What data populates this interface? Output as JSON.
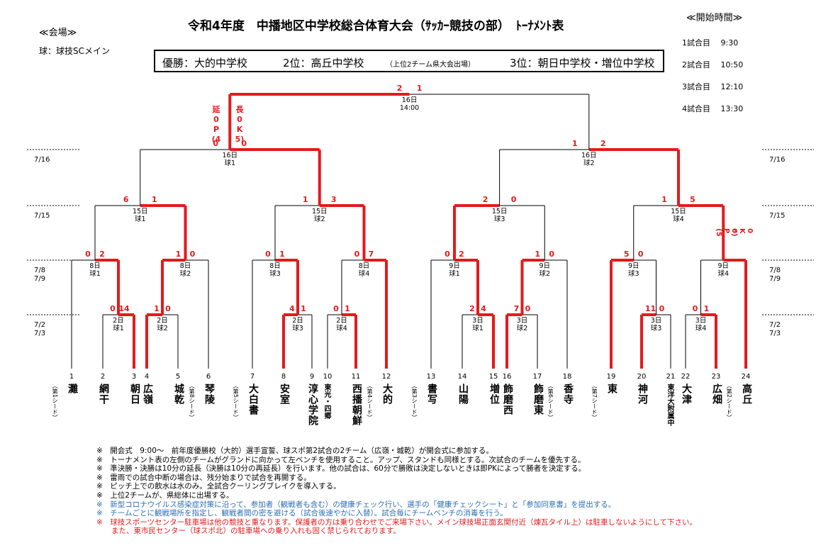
{
  "header": {
    "title": "令和4年度　中播地区中学校総合体育大会（ｻｯｶｰ競技の部）　ﾄｰﾅﾒﾝﾄ表",
    "venue_heading": "≪会場≫",
    "venue": "球：球技SCメイン",
    "time_heading": "≪開始時間≫",
    "times": [
      {
        "label": "1試合目",
        "time": "9:30"
      },
      {
        "label": "2試合目",
        "time": "10:50"
      },
      {
        "label": "3試合目",
        "time": "12:10"
      },
      {
        "label": "4試合目",
        "time": "13:30"
      }
    ]
  },
  "results": {
    "champion": "優勝：大的中学校",
    "second": "2位：高丘中学校",
    "note": "（上位2チーム県大会出場）",
    "third": "3位：朝日中学校・増位中学校"
  },
  "side_dates": {
    "final": "7/16",
    "semi": "7/15",
    "r2a": "7/8",
    "r2b": "7/9",
    "r1a": "7/2",
    "r1b": "7/3"
  },
  "final": {
    "day": "16日",
    "time": "14:00",
    "s1": "2",
    "s2": "1"
  },
  "semis": [
    {
      "day": "16日",
      "field": "球1",
      "s1": "0",
      "s2": "0"
    },
    {
      "day": "16日",
      "field": "球2",
      "s1": "1",
      "s2": "2"
    }
  ],
  "semi_extra": {
    "left": "延\n0\nP\n(4",
    "right": "長\n0\nK\n5)"
  },
  "qf": [
    {
      "day": "15日",
      "field": "球1",
      "s1": "6",
      "s2": "1"
    },
    {
      "day": "15日",
      "field": "球2",
      "s1": "1",
      "s2": "3"
    },
    {
      "day": "15日",
      "field": "球3",
      "s1": "2",
      "s2": "0"
    },
    {
      "day": "15日",
      "field": "球4",
      "s1": "1",
      "s2": "5"
    }
  ],
  "qf4_pk": {
    "left": "0\nP\n(5",
    "right": "0\nK\n6)"
  },
  "r2": [
    {
      "day": "8日",
      "field": "球1",
      "s1": "0",
      "s2": "2"
    },
    {
      "day": "8日",
      "field": "球2",
      "s1": "1",
      "s2": "0"
    },
    {
      "day": "8日",
      "field": "球3",
      "s1": "0",
      "s2": "1"
    },
    {
      "day": "8日",
      "field": "球4",
      "s1": "0",
      "s2": "7"
    },
    {
      "day": "9日",
      "field": "球1",
      "s1": "0",
      "s2": "2"
    },
    {
      "day": "9日",
      "field": "球2",
      "s1": "1",
      "s2": "0"
    },
    {
      "day": "9日",
      "field": "球3",
      "s1": "5",
      "s2": "0"
    },
    {
      "day": "9日",
      "field": "球4",
      "s1": "",
      "s2": ""
    }
  ],
  "r1": [
    {
      "day": "2日",
      "field": "球1",
      "s1": "0",
      "s2": "14"
    },
    {
      "day": "2日",
      "field": "球2",
      "s1": "1",
      "s2": "0"
    },
    {
      "day": "2日",
      "field": "球3",
      "s1": "4",
      "s2": "1"
    },
    {
      "day": "2日",
      "field": "球4",
      "s1": "0",
      "s2": "1"
    },
    {
      "day": "3日",
      "field": "球1",
      "s1": "2",
      "s2": "4"
    },
    {
      "day": "3日",
      "field": "球2",
      "s1": "7",
      "s2": "0"
    },
    {
      "day": "3日",
      "field": "球3",
      "s1": "11",
      "s2": "0"
    },
    {
      "day": "3日",
      "field": "球4",
      "s1": "0",
      "s2": "1"
    }
  ],
  "teams": [
    {
      "num": "1",
      "name": "灘",
      "seed": "（第1シード）"
    },
    {
      "num": "2",
      "name": "網干"
    },
    {
      "num": "3",
      "name": "朝日"
    },
    {
      "num": "4",
      "name": "広嶺"
    },
    {
      "num": "5",
      "name": "城乾"
    },
    {
      "num": "6",
      "name": "琴陵",
      "seed": "（第8シード）"
    },
    {
      "num": "7",
      "name": "大白書",
      "seed": "（第5シード）"
    },
    {
      "num": "8",
      "name": "安室"
    },
    {
      "num": "9",
      "name": "淳心学院"
    },
    {
      "num": "10",
      "name": "東光・四郷",
      "small": true
    },
    {
      "num": "11",
      "name": "西播朝鮮"
    },
    {
      "num": "12",
      "name": "大的",
      "seed": "（第4シード）"
    },
    {
      "num": "13",
      "name": "書写",
      "seed": "（第3シード）"
    },
    {
      "num": "14",
      "name": "山陽"
    },
    {
      "num": "15",
      "name": "増位"
    },
    {
      "num": "16",
      "name": "飾磨西"
    },
    {
      "num": "17",
      "name": "飾磨東"
    },
    {
      "num": "18",
      "name": "香寺",
      "seed": "（第6シード）"
    },
    {
      "num": "19",
      "name": "東",
      "seed": "（第7シード）"
    },
    {
      "num": "20",
      "name": "神河"
    },
    {
      "num": "21",
      "name": "東洋大附属中",
      "small": true
    },
    {
      "num": "22",
      "name": "大津"
    },
    {
      "num": "23",
      "name": "広畑"
    },
    {
      "num": "24",
      "name": "高丘",
      "seed": "（第2シード）"
    }
  ],
  "notes": [
    {
      "text": "※　開会式　9:00～　前年度優勝校（大的）選手宣誓、球スポ第2試合の2チーム（広嶺・城乾）が開会式に参加する。",
      "style": ""
    },
    {
      "text": "※　トーナメント表の左側のチームがグランドに向かって左ベンチを使用すること。アップ、スタンドも同様とする。次試合のチームを優先する。",
      "style": ""
    },
    {
      "text": "※　準決勝・決勝は10分の延長（決勝は10分の再延長）を行います。他の試合は、60分で勝敗は決定しないときは即PKによって勝者を決定する。",
      "style": ""
    },
    {
      "text": "※　雷雨での試合中断の場合は、残分始まりで試合を再開する。",
      "style": ""
    },
    {
      "text": "※　ピッチ上での飲水は水のみ。全試合クーリングブレイクを導入する。",
      "style": ""
    },
    {
      "text": "※　上位2チームが、県総体に出場する。",
      "style": ""
    },
    {
      "text": "※　新型コロナウイルス感染症対策に沿って、参加者（観戦者も含む）の健康チェック行い、選手の「健康チェックシート」と「参加同意書」を提出する。",
      "style": "blue"
    },
    {
      "text": "※　チームごとに観戦場所を指定し、観戦者間の密を避ける（試合後速やかに入替）。試合毎にチームベンチの消毒を行う。",
      "style": "blue"
    },
    {
      "text": "※　球技スポーツセンター駐車場は他の競技と重なります。保護者の方は乗り合わせでご来場下さい。メイン球技場正面玄関付近（煉瓦タイル上）は駐車しないようにして下さい。",
      "style": "red"
    },
    {
      "text": "　　また、東市民センター（球スポ北）の駐車場への乗り入れも固く禁じられております。",
      "style": "red"
    }
  ],
  "colors": {
    "win": "#e31a1c",
    "line": "#000000",
    "blue": "#2c6fb5"
  }
}
